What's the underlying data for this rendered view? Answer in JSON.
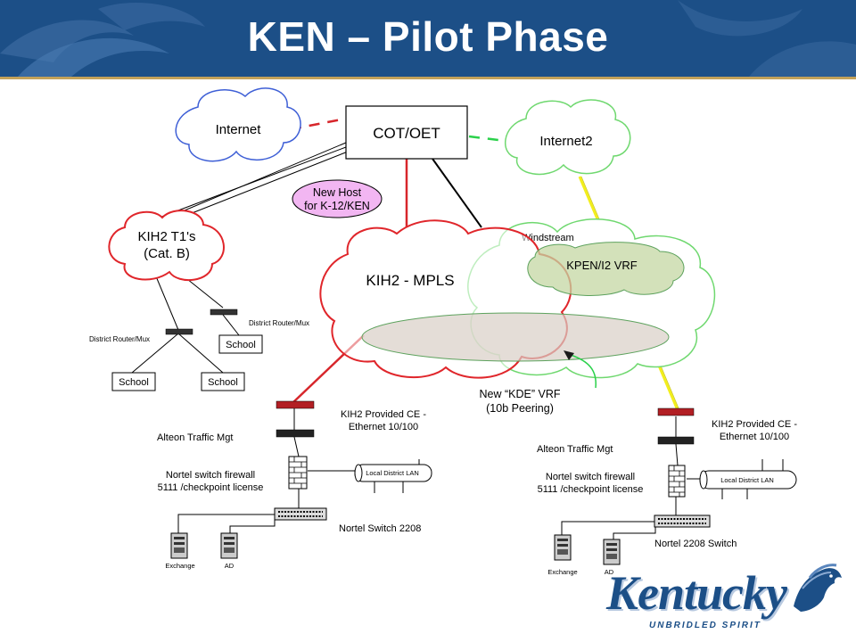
{
  "slide": {
    "title": "KEN – Pilot Phase"
  },
  "colors": {
    "header_bg": "#1c4f87",
    "red_link": "#d7262b",
    "green_link": "#2bd14b",
    "yellow_link": "#f2ee1c",
    "cloud_blue": "#3e5fd6",
    "cloud_red": "#e0262b",
    "cloud_green": "#6fd86f",
    "new_host_fill": "#f2b6f2"
  },
  "diagram": {
    "internet": "Internet",
    "cot_oet": "COT/OET",
    "internet2": "Internet2",
    "new_host": [
      "New Host",
      "for K-12/KEN"
    ],
    "kih2_t1": [
      "KIH2 T1's",
      "(Cat. B)"
    ],
    "kih2_mpls": "KIH2 - MPLS",
    "windstream": "Windstream",
    "kpen_vrf": "KPEN/I2 VRF",
    "kde_vrf": [
      "New “KDE” VRF",
      "(10b Peering)"
    ],
    "district_router_1": "District Router/Mux",
    "district_router_2": "District Router/Mux",
    "school_1": "School",
    "school_2": "School",
    "school_3": "School",
    "left_site": {
      "ce": [
        "KIH2 Provided CE -",
        "Ethernet 10/100"
      ],
      "alteon": "Alteon Traffic Mgt",
      "firewall": [
        "Nortel switch firewall",
        "5111 /checkpoint license"
      ],
      "lan": "Local District LAN",
      "switch": "Nortel Switch 2208",
      "server_1": "Exchange",
      "server_2": "AD"
    },
    "right_site": {
      "ce": [
        "KIH2 Provided CE -",
        "Ethernet 10/100"
      ],
      "alteon": "Alteon Traffic Mgt",
      "firewall": [
        "Nortel switch firewall",
        "5111 /checkpoint license"
      ],
      "lan": "Local District LAN",
      "switch": "Nortel 2208 Switch",
      "server_1": "Exchange",
      "server_2": "AD"
    }
  },
  "logo": {
    "word": "Kentucky",
    "tagline": "UNBRIDLED SPIRIT"
  }
}
